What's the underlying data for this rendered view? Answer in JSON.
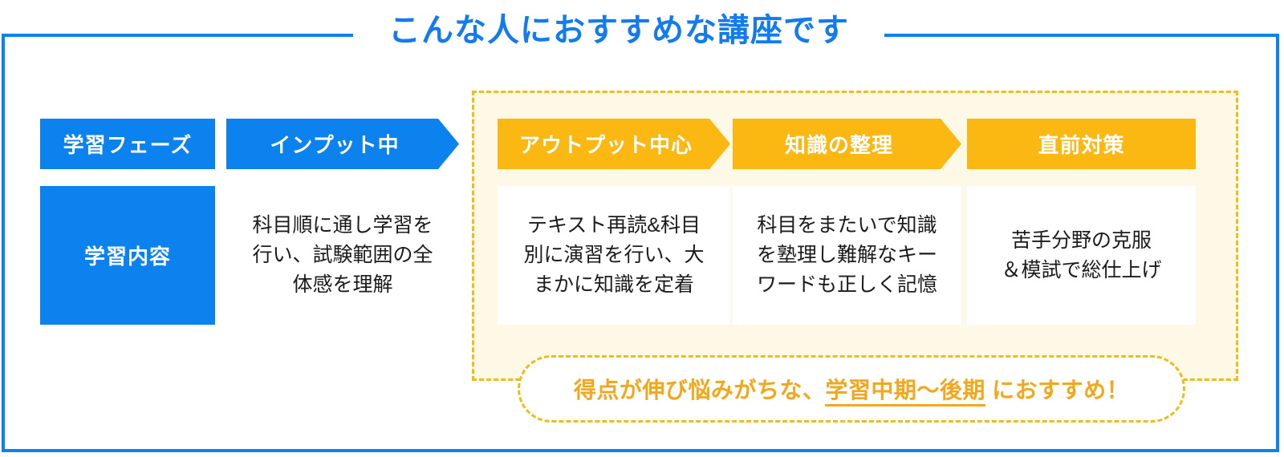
{
  "title": "こんな人におすすめな講座です",
  "colors": {
    "blue": "#0B82EE",
    "orange": "#FBB812",
    "title_blue": "#127BEF",
    "highlight_bg": "#FEF8E7",
    "dashed_border": "#F0BC15",
    "pill_text": "#F2A71C",
    "cell_bg": "#FFFFFF",
    "text": "#1B1B1B"
  },
  "row_labels": {
    "phase": "学習フェーズ",
    "content": "学習内容"
  },
  "phases": [
    {
      "header": "インプット中",
      "style": "blue",
      "chevron": true,
      "highlighted": false,
      "body": "科目順に通し学習を\n行い、試験範囲の全\n体感を理解"
    },
    {
      "header": "アウトプット中心",
      "style": "orange",
      "chevron": true,
      "highlighted": true,
      "body": "テキスト再読&科目\n別に演習を行い、大\nまかに知識を定着"
    },
    {
      "header": "知識の整理",
      "style": "orange",
      "chevron": true,
      "highlighted": true,
      "body": "科目をまたいで知識\nを塾理し難解なキー\nワードも正しく記憶"
    },
    {
      "header": "直前対策",
      "style": "orange",
      "chevron": false,
      "highlighted": true,
      "body": "苦手分野の克服\n＆模試で総仕上げ"
    }
  ],
  "pill": {
    "prefix": "得点が伸び悩みがちな、",
    "emphasis": "学習中期〜後期",
    "suffix": " におすすめ！"
  }
}
